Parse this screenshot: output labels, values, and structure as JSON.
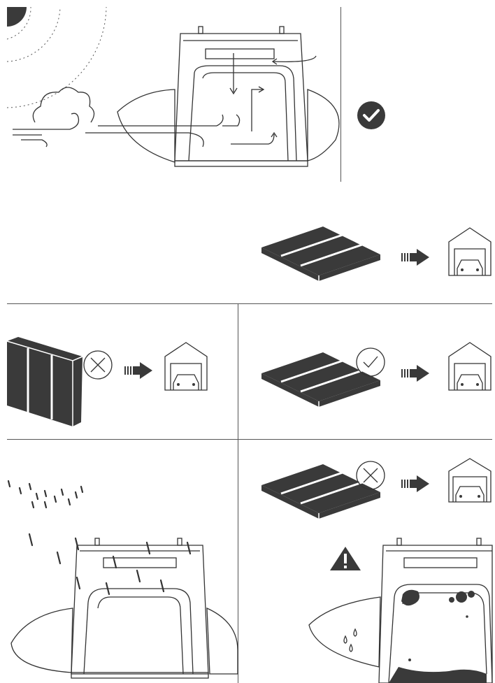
{
  "colors": {
    "ink": "#333333",
    "dark_fill": "#3a3a3a",
    "background": "#ffffff",
    "divider": "#555555"
  },
  "icons": {
    "check_badge": "check-circle-icon",
    "check_outline": "check-outline-icon",
    "cross_outline": "cross-circle-icon",
    "arrow": "dashed-arrow-right-icon",
    "garage": "garage-car-icon",
    "warning": "warning-triangle-icon"
  },
  "panels": [
    {
      "id": "ventilation",
      "status": "ok"
    },
    {
      "id": "fold-flat",
      "status": "ok"
    },
    {
      "id": "store-upright",
      "status": "not-ok"
    },
    {
      "id": "store-flat-dry",
      "status": "ok"
    },
    {
      "id": "rain-wet",
      "status": "info"
    },
    {
      "id": "store-wet",
      "status": "not-ok"
    }
  ]
}
